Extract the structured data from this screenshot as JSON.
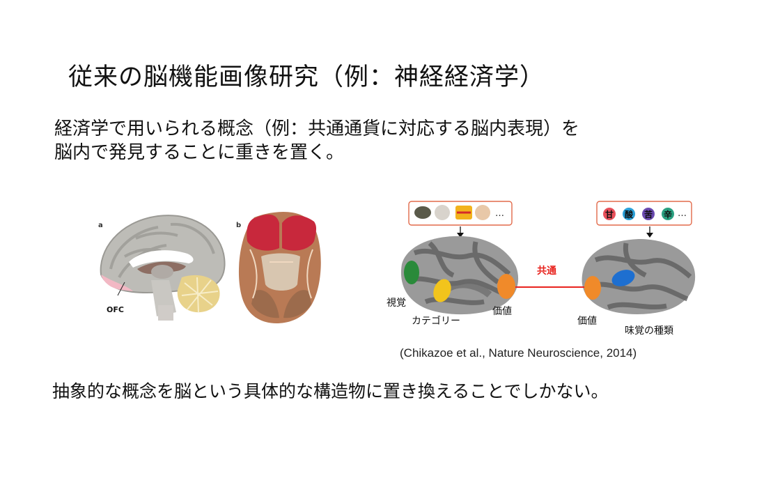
{
  "slide": {
    "title": "従来の脳機能画像研究（例：神経経済学）",
    "lead_line1": "経済学で用いられる概念（例：共通通貨に対応する脳内表現）を",
    "lead_line2": "脳内で発見することに重きを置く。",
    "conclusion": "抽象的な概念を脳という具体的な構造物に置き換えることでしかない。"
  },
  "figure_left": {
    "panel_a": "a",
    "panel_b": "b",
    "ofc_label": "OFC"
  },
  "figure_right": {
    "ellipsis_left": "…",
    "ellipsis_right": "…",
    "taste_sweet": "甘",
    "taste_sour": "酸",
    "taste_bitter": "苦",
    "taste_spicy": "辛",
    "common_label": "共通",
    "label_visual": "視覚",
    "label_category": "カテゴリー",
    "label_value_left": "価値",
    "label_value_right": "価値",
    "label_taste_type": "味覚の種類",
    "citation": "(Chikazoe et al., Nature Neuroscience, 2014)"
  },
  "colors": {
    "common_red": "#e8231e",
    "region_orange": "#f08a2a",
    "region_green": "#2a8a3a",
    "region_yellow": "#f2c41c",
    "region_blue": "#1e6fd0",
    "cortex_red": "#c8283c"
  }
}
